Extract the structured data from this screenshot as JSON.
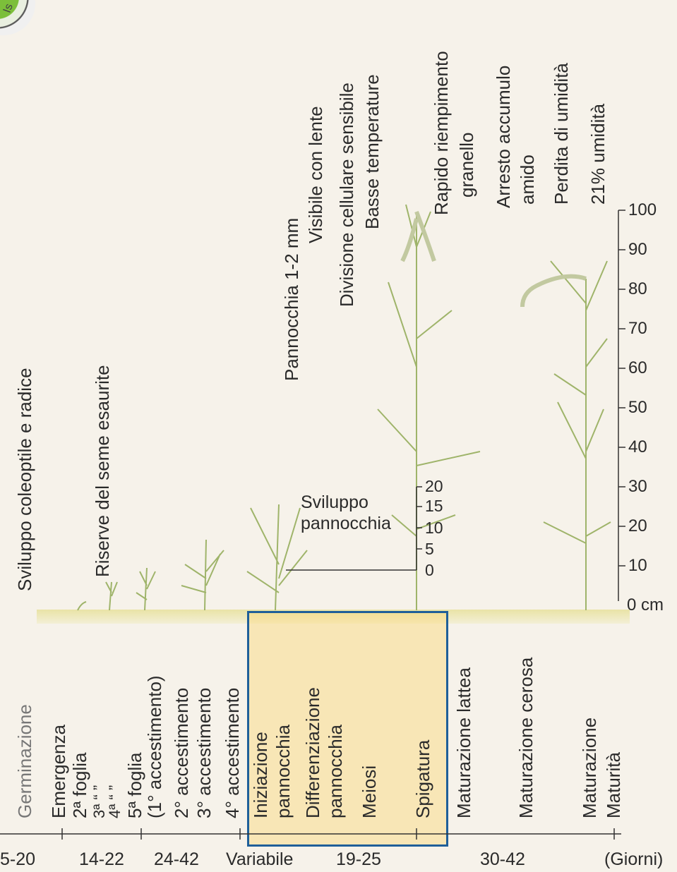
{
  "logo": {
    "text": "Is",
    "icon": "seal-logo-icon"
  },
  "stages": {
    "germinazione": "Germinazione",
    "emergenza": "Emergenza",
    "foglia2": "2ª foglia",
    "foglia3": "3ª “ ”",
    "foglia4": "4ª “ ”",
    "foglia5": "5ª foglia",
    "primo_accestimento": "(1° accestimento)",
    "secondo_accestimento": "2° accestimento",
    "terzo_accestimento": "3° accestimento",
    "quarto_accestimento": "4° accestimento",
    "iniziazione": "Iniziazione",
    "iniziazione_pannocchia": "pannocchia",
    "differenziazione": "Differenziazione",
    "differenziazione_pannocchia": "pannocchia",
    "meiosi": "Meiosi",
    "spigatura": "Spigatura",
    "maturazione_lattea": "Maturazione lattea",
    "maturazione_cerosa": "Maturazione cerosa",
    "maturazione": "Maturazione",
    "maturita": "Maturità"
  },
  "events": {
    "coleoptile": "Sviluppo coleoptile e radice",
    "riserve": "Riserve del seme esaurite",
    "pannocchia_mm": "Pannocchia 1-2 mm",
    "visibile": "Visibile con lente",
    "divisione": "Divisione cellulare sensibile",
    "basse_temp": "Basse temperature",
    "rapido": "Rapido riempimento",
    "granello": "granello",
    "arresto": "Arresto accumulo",
    "amido": "amido",
    "perdita": "Perdita di umidità",
    "umidita21": "21% umidità"
  },
  "panicle_inset": {
    "label_line1": "Sviluppo",
    "label_line2": "pannocchia",
    "ticks": [
      "20",
      "15",
      "10",
      "5",
      "0"
    ]
  },
  "height_scale": {
    "ticks": [
      "100",
      "90",
      "80",
      "70",
      "60",
      "50",
      "40",
      "30",
      "20",
      "10"
    ],
    "zero_label": "0 cm"
  },
  "durations": {
    "d1": "5-20",
    "d2": "14-22",
    "d3": "24-42",
    "d4": "Variabile",
    "d5": "19-25",
    "d6": "30-42",
    "unit": "(Giorni)"
  },
  "colors": {
    "highlight_border": "#1f5f99",
    "highlight_fill": "#f7d37a",
    "plant": "#b9c98a",
    "ground": "#e9e3a6"
  }
}
